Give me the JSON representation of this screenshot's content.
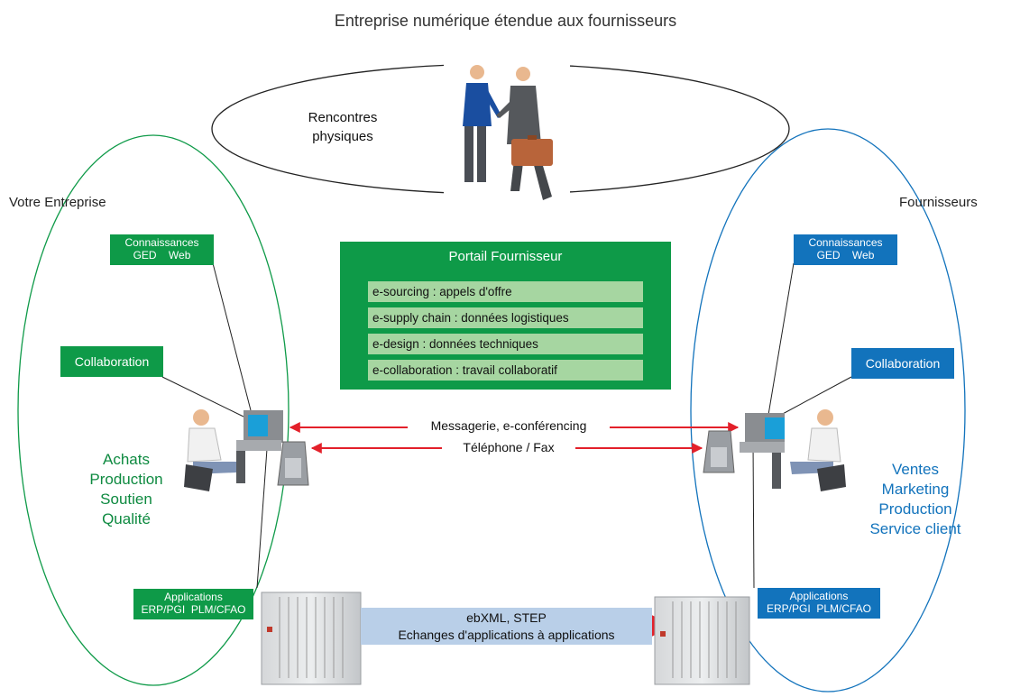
{
  "title": "Entreprise numérique étendue aux fournisseurs",
  "meeting": {
    "line1": "Rencontres",
    "line2": "physiques"
  },
  "left": {
    "label": "Votre Entreprise",
    "knowledge": {
      "line1": "Connaissances",
      "line2": "GED    Web"
    },
    "collaboration": "Collaboration",
    "departments": [
      "Achats",
      "Production",
      "Soutien",
      "Qualité"
    ],
    "applications": {
      "line1": "Applications",
      "line2": "ERP/PGI  PLM/CFAO"
    }
  },
  "right": {
    "label": "Fournisseurs",
    "knowledge": {
      "line1": "Connaissances",
      "line2": "GED    Web"
    },
    "collaboration": "Collaboration",
    "departments": [
      "Ventes",
      "Marketing",
      "Production",
      "Service client"
    ],
    "applications": {
      "line1": "Applications",
      "line2": "ERP/PGI  PLM/CFAO"
    }
  },
  "portal": {
    "title": "Portail Fournisseur",
    "items": [
      "e-sourcing : appels d'offre",
      "e-supply chain : données logistiques",
      "e-design : données techniques",
      "e-collaboration : travail collaboratif"
    ]
  },
  "links": {
    "messaging": "Messagerie, e-conférencing",
    "phone": "Téléphone / Fax",
    "exchange_line1": "ebXML, STEP",
    "exchange_line2": "Echanges d'applications à applications"
  },
  "colors": {
    "green": "#0e9a48",
    "blue": "#1273bc",
    "arrow_red": "#e3202a",
    "portal_item": "#a6d6a1",
    "exchange_box": "#b9cfe8"
  }
}
